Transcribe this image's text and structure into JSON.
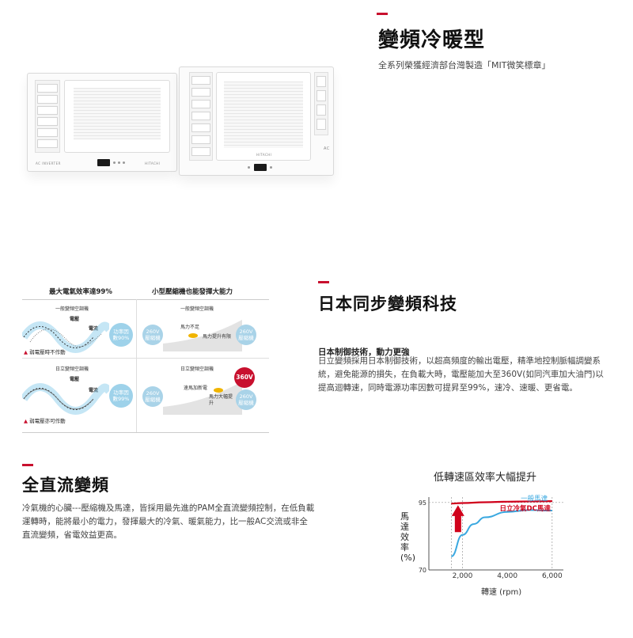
{
  "section1": {
    "title": "變頻冷暖型",
    "subtitle": "全系列榮獲經濟部台灣製造「MIT微笑標章」"
  },
  "ac_units": [
    {
      "brand_left": "AC INVERTER",
      "brand_right": "HITACHI"
    },
    {
      "brand_center": "HITACHI",
      "badge": "AC"
    }
  ],
  "diagram": {
    "col1_title": "最大電氣效率達99%",
    "col2_title": "小型壓縮機也能發揮大能力",
    "general_label": "一般變頻空調機",
    "hitachi_label": "日立變頻空調機",
    "voltage_label": "電壓",
    "current_label": "電流",
    "efficiency_general": "功率因數90%",
    "efficiency_hitachi": "功率因數99%",
    "warn_general": "弱電壓時不作動",
    "warn_hitachi": "弱電壓亦可作動",
    "compressor_260": "260V壓縮機",
    "compressor_260b": "260V壓縮機",
    "badge_360": "360V",
    "lack_power": "馬力不足",
    "power_limited": "馬力提升有限",
    "power_steady": "速馬加新電",
    "power_boost": "馬力大幅提升"
  },
  "section2": {
    "title": "日本同步變頻科技",
    "para_title": "日本制御技術，動力更強",
    "para": "日立變頻採用日本制御技術，以超高頻度的輸出電壓，精準地控制脈幅調變系統，避免能源的損失，在負載大時，電壓能加大至360V(如同汽車加大油門)以提高迴轉速，同時電源功率因數可提昇至99%，速冷、速暖、更省電。"
  },
  "section3": {
    "title": "全直流變頻",
    "para": "冷氣機的心臟---壓縮機及馬達，皆採用最先進的PAM全直流變頻控制，在低負載運轉時，能將最小的電力，發揮最大的冷氣、暖氣能力，比一般AC交流或非全直流變頻，省電效益更高。"
  },
  "chart_data": {
    "type": "line",
    "title": "低轉速區效率大幅提升",
    "xlabel": "轉速 (rpm)",
    "ylabel": "馬達效率(%)",
    "x_ticks": [
      "2,000",
      "4,000",
      "6,000"
    ],
    "y_ticks": [
      "70",
      "95"
    ],
    "xlim": [
      500,
      6500
    ],
    "ylim": [
      70,
      97
    ],
    "series": [
      {
        "name": "日立冷氣DC馬達",
        "color": "#d0021b",
        "x": [
          1500,
          2000,
          3000,
          4000,
          5000,
          6000
        ],
        "y": [
          94.6,
          94.8,
          95.1,
          95.3,
          95.4,
          95.5
        ]
      },
      {
        "name": "一般馬達",
        "color": "#3aa8e0",
        "x": [
          1500,
          2000,
          2500,
          3000,
          4000,
          5000,
          6000
        ],
        "y": [
          75,
          83,
          87,
          89.5,
          91.5,
          92.2,
          92.0
        ]
      }
    ]
  }
}
